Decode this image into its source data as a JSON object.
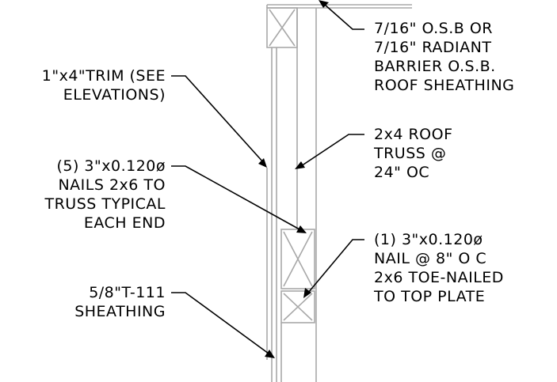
{
  "notes": {
    "roof_sheathing": [
      "7/16\" O.S.B OR",
      "7/16\" RADIANT",
      "BARRIER O.S.B.",
      "ROOF SHEATHING"
    ],
    "trim": [
      "1\"x4\"TRIM (SEE",
      "ELEVATIONS)"
    ],
    "roof_truss": [
      "2x4 ROOF",
      "TRUSS @",
      "24\" OC"
    ],
    "truss_nails": [
      "(5) 3\"x0.120ø",
      "NAILS 2x6 TO",
      "TRUSS TYPICAL",
      "EACH END"
    ],
    "plate_nail": [
      "(1) 3\"x0.120ø",
      "NAIL @ 8\" O C",
      "2x6 TOE-NAILED",
      "TO TOP PLATE"
    ],
    "wall_sheathing": [
      "5/8\"T-111",
      "SHEATHING"
    ]
  }
}
